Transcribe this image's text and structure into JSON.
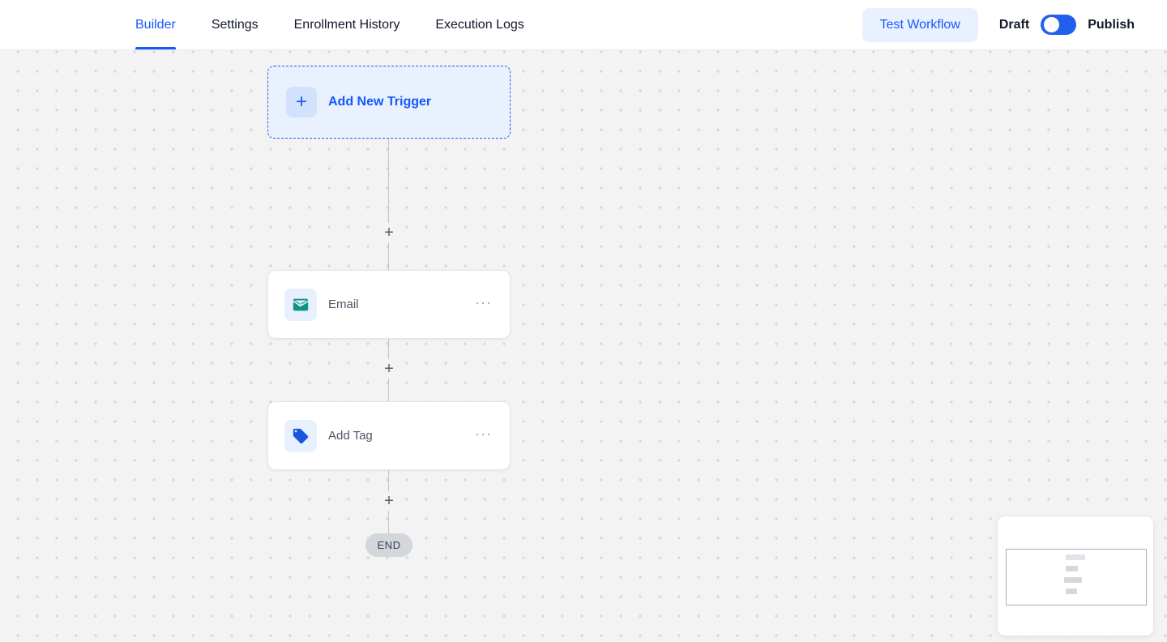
{
  "header": {
    "tabs": [
      {
        "label": "Builder",
        "active": true
      },
      {
        "label": "Settings",
        "active": false
      },
      {
        "label": "Enrollment History",
        "active": false
      },
      {
        "label": "Execution Logs",
        "active": false
      }
    ],
    "actions": {
      "test_workflow": "Test Workflow",
      "draft": "Draft",
      "publish": "Publish",
      "publish_toggle_on": true
    }
  },
  "canvas": {
    "trigger": {
      "label": "Add New Trigger",
      "plus": "+"
    },
    "connector_plus": "+",
    "nodes": [
      {
        "label": "Email",
        "icon": "email-icon",
        "icon_color": "#0e9384",
        "menu": "···"
      },
      {
        "label": "Add Tag",
        "icon": "tag-icon",
        "icon_color": "#1a56db",
        "menu": "···"
      }
    ],
    "end": {
      "label": "END"
    }
  },
  "colors": {
    "accent_blue": "#1657ff",
    "toggle_blue": "#2160ea",
    "trigger_bg": "#e9f1fe",
    "node_icon_bg": "#e8f0fe",
    "email_icon_green": "#0e9384",
    "tag_icon_blue": "#1a56db",
    "canvas_bg": "#f3f3f3"
  }
}
